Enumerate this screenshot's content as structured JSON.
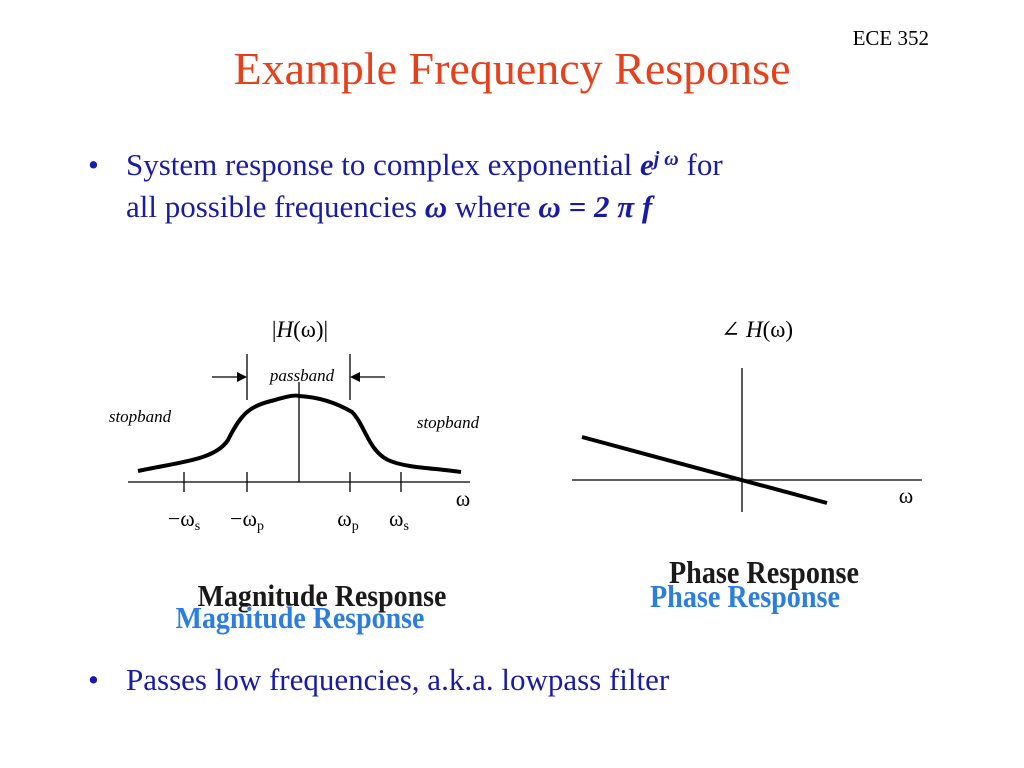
{
  "header": {
    "course": "ECE 352",
    "title": "Example Frequency Response"
  },
  "bullets": [
    {
      "line1_text": "System response to complex exponential",
      "e": "e",
      "jw": "j ω",
      "for": "for",
      "line2_text": "all possible frequencies",
      "omega": "ω",
      "where": "where",
      "equation": "ω = 2 π f"
    },
    {
      "text": "Passes low frequencies, a.k.a. lowpass filter"
    }
  ],
  "bullet_symbol": "•",
  "magnitude_plot": {
    "title_bar": "|",
    "title_H": "H",
    "title_arg": "(ω)",
    "title_bar_end": "|",
    "passband_label": "passband",
    "stopband_left_label": "stopband",
    "stopband_right_label": "stopband",
    "axis_label": "ω",
    "ticks": {
      "neg_ws": "−ω",
      "neg_ws_sub": "s",
      "neg_wp": "−ω",
      "neg_wp_sub": "p",
      "wp": "ω",
      "wp_sub": "p",
      "ws": "ω",
      "ws_sub": "s"
    }
  },
  "phase_plot": {
    "title_angle": "∠",
    "title_H": "H",
    "title_arg": "(ω)",
    "axis_label": "ω"
  },
  "wordart": {
    "magnitude": "Magnitude Response",
    "phase": "Phase Response",
    "fill_color": "#2b7de0",
    "outline_color": "#ffffff",
    "shadow_color": "#1a1a1a"
  },
  "colors": {
    "title": "#e8401c",
    "bullet_text": "#1a1aa8"
  }
}
